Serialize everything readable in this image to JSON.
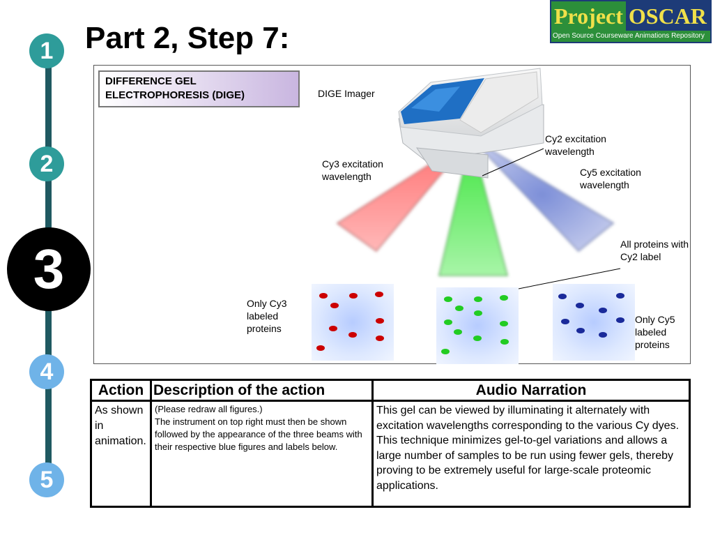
{
  "title": "Part 2, Step 7:",
  "steps": [
    "1",
    "2",
    "3",
    "4",
    "5"
  ],
  "logo": {
    "project": "Project",
    "oscar": "OSCAR",
    "tagline": "Open Source Courseware Animations Repository"
  },
  "diagram": {
    "heading": "DIFFERENCE GEL ELECTROPHORESIS (DIGE)",
    "imager": "DIGE Imager",
    "cy3_beam": "Cy3 excitation wavelength",
    "cy2_beam": "Cy2 excitation wavelength",
    "cy5_beam": "Cy5 excitation wavelength",
    "all_proteins": "All proteins with Cy2 label",
    "cy3_gel": "Only Cy3 labeled proteins",
    "cy5_gel": "Only Cy5 labeled proteins",
    "colors": {
      "cy3": "#cc0000",
      "cy2": "#22cc22",
      "cy5": "#1a2a9a"
    }
  },
  "table": {
    "headers": {
      "action": "Action",
      "description": "Description of the action",
      "audio": "Audio Narration"
    },
    "action": "As shown in animation.",
    "description_note": "(Please redraw all figures.)",
    "description": "The instrument on top right must then be shown followed by the appearance of the three beams with their respective blue figures and labels below.",
    "audio": "This gel can be viewed by illuminating it alternately with excitation wavelengths corresponding to the various Cy dyes. This technique minimizes gel-to-gel variations and allows a large number of samples to be run using fewer gels, thereby proving to be extremely useful for large-scale proteomic applications."
  }
}
